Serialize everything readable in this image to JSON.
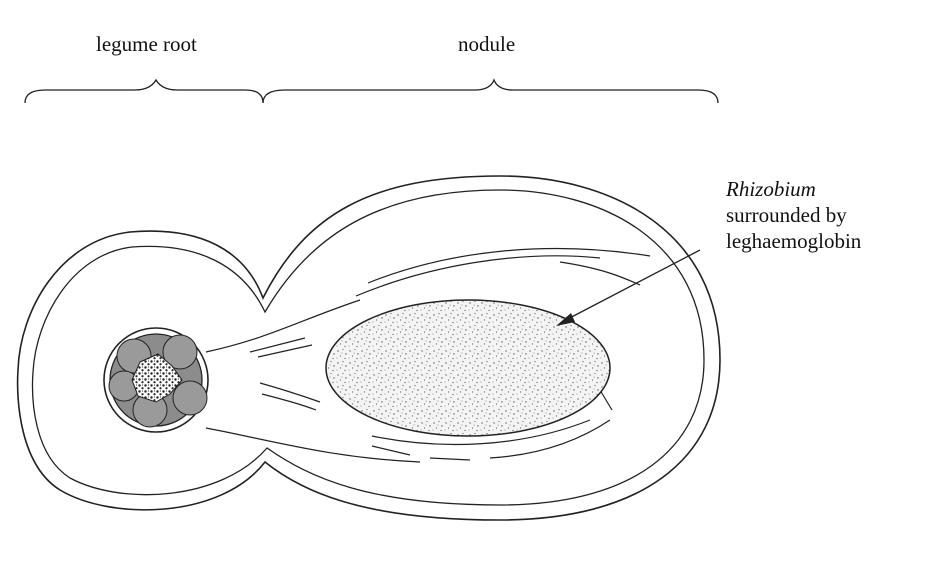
{
  "labels": {
    "legume_root": "legume root",
    "nodule": "nodule"
  },
  "callout": {
    "line1": "Rhizobium",
    "line2": "surrounded by",
    "line3": "leghaemoglobin"
  }
}
